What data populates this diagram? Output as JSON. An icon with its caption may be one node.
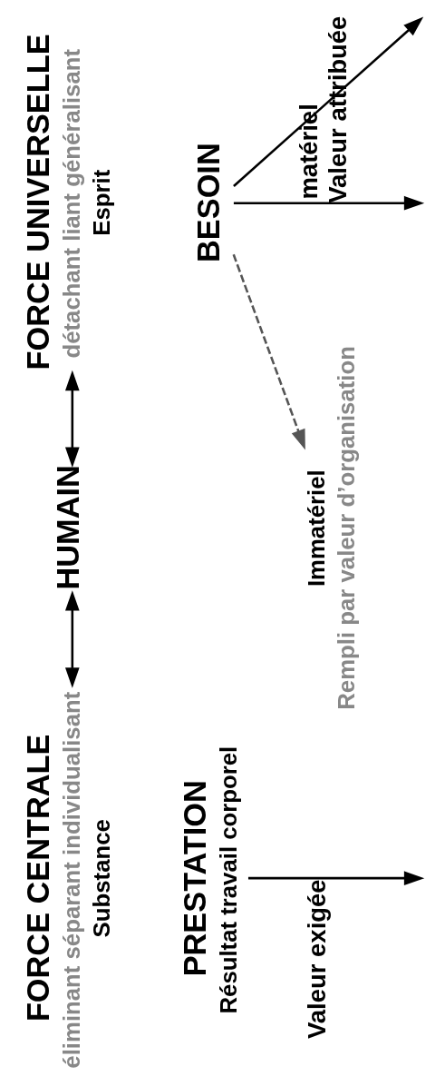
{
  "diagram": {
    "nodes": [
      {
        "text": [
          "FORCE CENTRALE",
          "éliminant séparant individualisant",
          "Substance"
        ]
      },
      {
        "text": [
          "HUMAIN"
        ]
      },
      {
        "text": [
          "FORCE UNIVERSELLE",
          "détachant liant généralisant",
          "Esprit"
        ]
      },
      {
        "text": [
          "PRESTATION",
          "Résultat travail corporel"
        ]
      },
      {
        "text": [
          "BESOIN"
        ]
      },
      {
        "text": [
          "Immatériel",
          "Rempli par valeur d’organisation"
        ]
      }
    ],
    "edges": [
      {
        "from": 0,
        "to": 1,
        "arrow": "both"
      },
      {
        "from": 1,
        "to": 2,
        "arrow": "both"
      },
      {
        "from": 3,
        "to": null,
        "arrow": "to",
        "label": "Valeur exigée"
      },
      {
        "from": 4,
        "to": null,
        "arrow": "to",
        "label": "Valeur attribuée"
      },
      {
        "from": 4,
        "to": null,
        "arrow": "to",
        "label": "matériel"
      },
      {
        "from": 4,
        "to": 5,
        "arrow": "to",
        "style": "dashed",
        "color": "#555555"
      }
    ]
  }
}
